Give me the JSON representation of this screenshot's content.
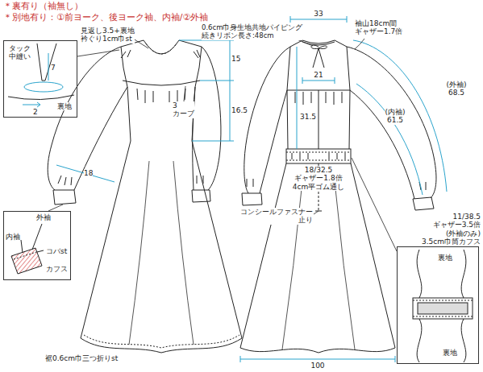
{
  "diagram": {
    "nodes": [
      {
        "text": [
          "タック 中縫い",
          "7",
          "2",
          "裏地"
        ]
      },
      {
        "text": [
          "外袖",
          "内袖",
          "コバst",
          "カフス"
        ]
      },
      {
        "text": [
          "裏地",
          "裏地"
        ]
      }
    ],
    "labels": [
      "＊裏有り（袖無し）",
      "＊別地有り：①前ヨーク、後ヨーク袖、内袖/②外袖",
      "見返し3.5+裏地 衿ぐり1cm巾st",
      "15",
      "3 カーブ",
      "16.5",
      "18",
      "0.6cm巾身生地共地パイピング 続きリボン長さ:48cm",
      "33",
      "21",
      "袖山18cm間 ギャザー1.7倍",
      "(外袖) 68.5",
      "(内袖) 61.5",
      "31.5",
      "18/32.5 ギャザー1.8倍 4cm平ゴム通し",
      "11/38.5 ギャザー3.5倍(外袖のみ) 3.5cm巾筒カフス",
      "コンシールファスナー 止り",
      "裾0.6cm巾三つ折りst",
      "100"
    ]
  }
}
